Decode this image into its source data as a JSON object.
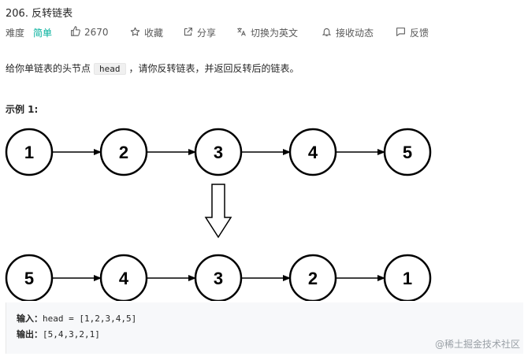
{
  "problem": {
    "title": "206. 反转链表"
  },
  "meta": {
    "difficulty_label": "难度",
    "difficulty_value": "简单",
    "likes": "2670",
    "favorite": "收藏",
    "share": "分享",
    "switch_lang": "切换为英文",
    "notifications": "接收动态",
    "feedback": "反馈"
  },
  "description": {
    "before": "给你单链表的头节点",
    "code": "head",
    "after": "，请你反转链表，并返回反转后的链表。"
  },
  "example": {
    "title": "示例 1:",
    "input_label": "输入：",
    "input_value": "head = [1,2,3,4,5]",
    "output_label": "输出：",
    "output_value": "[5,4,3,2,1]"
  },
  "diagram": {
    "top_nodes": [
      "1",
      "2",
      "3",
      "4",
      "5"
    ],
    "bottom_nodes": [
      "5",
      "4",
      "3",
      "2",
      "1"
    ]
  },
  "watermark": "@稀土掘金技术社区",
  "colors": {
    "easy": "#00af9b",
    "example_bg": "#f7f8fa"
  }
}
